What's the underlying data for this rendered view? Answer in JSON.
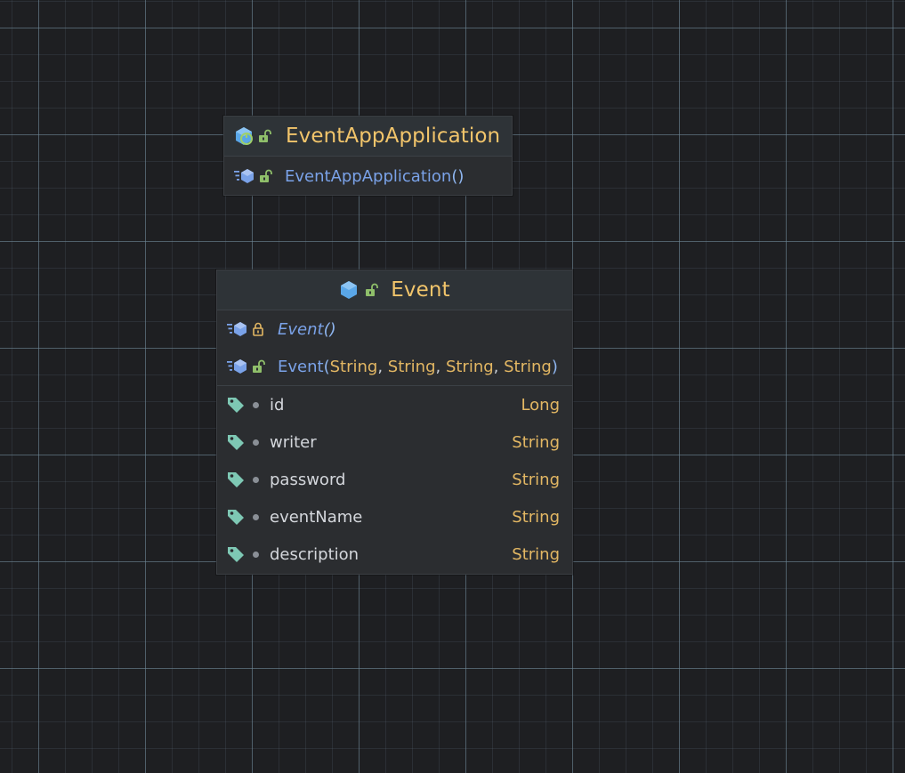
{
  "diagram": {
    "nodes": [
      {
        "title": "EventAppApplication",
        "icon": "spring-boot-class-icon",
        "visibility_icon": "public-unlock-icon",
        "methods": [
          {
            "name": "EventAppApplication",
            "open_paren": "(",
            "close_paren": ")",
            "visibility": "public"
          }
        ],
        "fields": []
      },
      {
        "title": "Event",
        "icon": "entity-class-icon",
        "visibility_icon": "public-unlock-icon",
        "methods": [
          {
            "name": "Event",
            "open_paren": "(",
            "close_paren": ")",
            "visibility": "protected",
            "italic": true
          },
          {
            "name": "Event",
            "open_paren": "(",
            "close_paren": ")",
            "visibility": "public",
            "params": [
              "String",
              "String",
              "String",
              "String"
            ],
            "separator": ", "
          }
        ],
        "fields": [
          {
            "name": "id",
            "type": "Long"
          },
          {
            "name": "writer",
            "type": "String"
          },
          {
            "name": "password",
            "type": "String"
          },
          {
            "name": "eventName",
            "type": "String"
          },
          {
            "name": "description",
            "type": "String"
          }
        ]
      }
    ]
  },
  "colors": {
    "background": "#1e1f22",
    "node_background": "#2b2d30",
    "title": "#f2c56b",
    "method": "#7aa2e8",
    "type": "#e3b763",
    "field": "#d4d7dc",
    "field_icon": "#7ec8b4",
    "class_icon": "#5aa7e8",
    "lock_open": "#8fbf6a",
    "lock_closed": "#e3b763"
  }
}
